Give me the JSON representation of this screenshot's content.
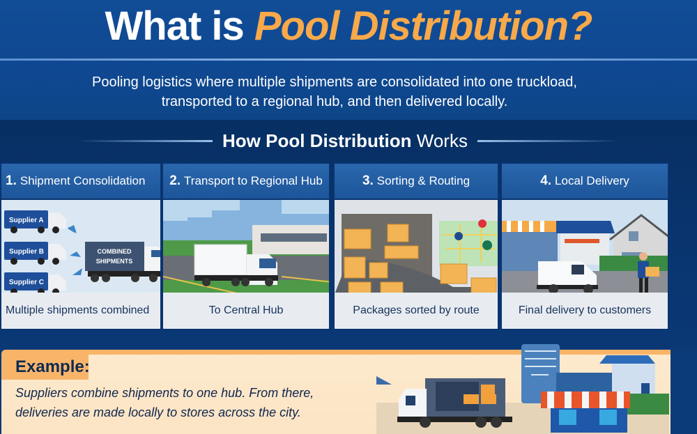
{
  "header": {
    "title_prefix": "What is ",
    "title_highlight": "Pool Distribution?",
    "subtitle_line1": "Pooling logistics where multiple shipments are consolidated into one truckload,",
    "subtitle_line2": "transported to a regional hub, and then delivered locally."
  },
  "section": {
    "title_bold": "How Pool Distribution",
    "title_regular": "Works"
  },
  "steps": [
    {
      "number": "1.",
      "title": "Shipment Consolidation",
      "caption": "Multiple shipments combined",
      "suppliers": [
        "Supplier A",
        "Supplier B",
        "Supplier C"
      ],
      "truck_label_line1": "COMBINED",
      "truck_label_line2": "SHIPMENTS"
    },
    {
      "number": "2.",
      "title": "Transport to Regional Hub",
      "caption": "To Central Hub"
    },
    {
      "number": "3.",
      "title": "Sorting & Routing",
      "caption": "Packages sorted by route"
    },
    {
      "number": "4.",
      "title": "Local Delivery",
      "caption": "Final delivery to customers"
    }
  ],
  "example": {
    "label": "Example:",
    "line1": "Suppliers combine shipments to one hub. From there,",
    "line2": "deliveries are made locally to stores across the city."
  },
  "colors": {
    "primary_blue": "#0f4891",
    "dark_blue": "#072f63",
    "accent_orange": "#f8a94a",
    "example_bg": "#fde9cc",
    "caption_text": "#17325c"
  }
}
